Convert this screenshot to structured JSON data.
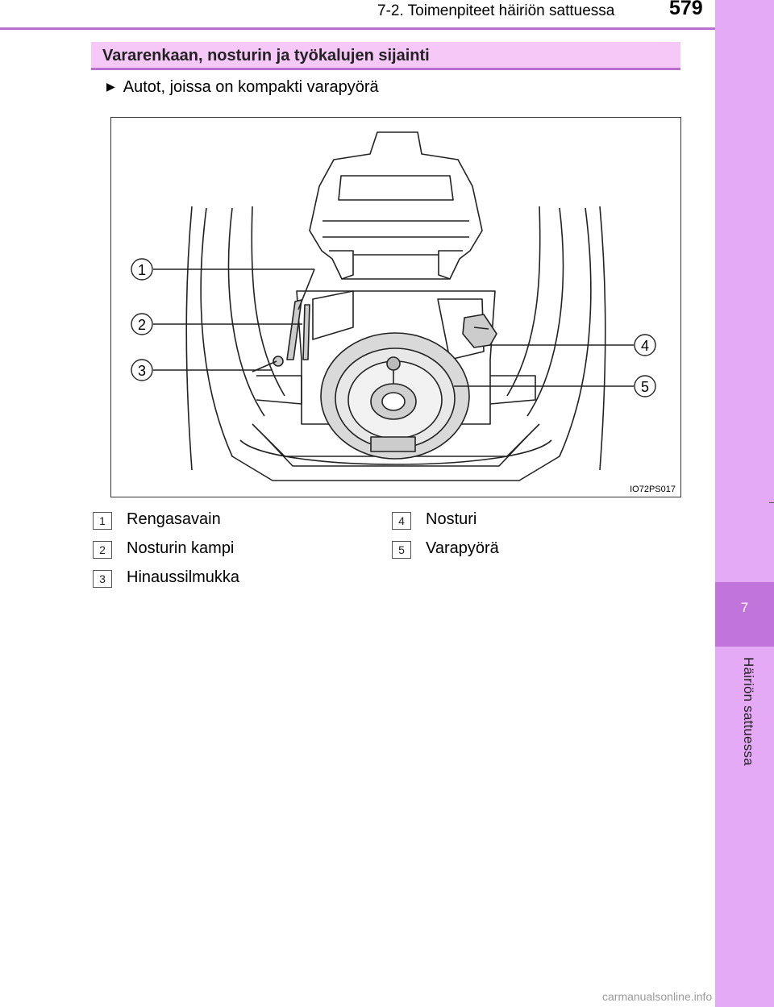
{
  "header": {
    "title": "7-2. Toimenpiteet häiriön sattuessa",
    "page_number": "579"
  },
  "sidebar": {
    "chapter_number": "7",
    "chapter_label": "Häiriön sattuessa"
  },
  "section": {
    "title": "Vararenkaan, nosturin ja työkalujen sijainti"
  },
  "bullet": {
    "text": "Autot, joissa on kompakti varapyörä"
  },
  "figure": {
    "code": "IO72PS017",
    "callouts": [
      "1",
      "2",
      "3",
      "4",
      "5"
    ]
  },
  "legend": [
    {
      "num": "1",
      "label": "Rengasavain"
    },
    {
      "num": "2",
      "label": "Nosturin kampi"
    },
    {
      "num": "3",
      "label": "Hinaussilmukka"
    },
    {
      "num": "4",
      "label": "Nosturi"
    },
    {
      "num": "5",
      "label": "Varapyörä"
    }
  ],
  "watermark": "carmanualsonline.info",
  "colors": {
    "accent": "#b86fd0",
    "sidebar": "#e5aaf5",
    "title_band": "#f6c8f8",
    "chapter_tab": "#c274dd"
  }
}
